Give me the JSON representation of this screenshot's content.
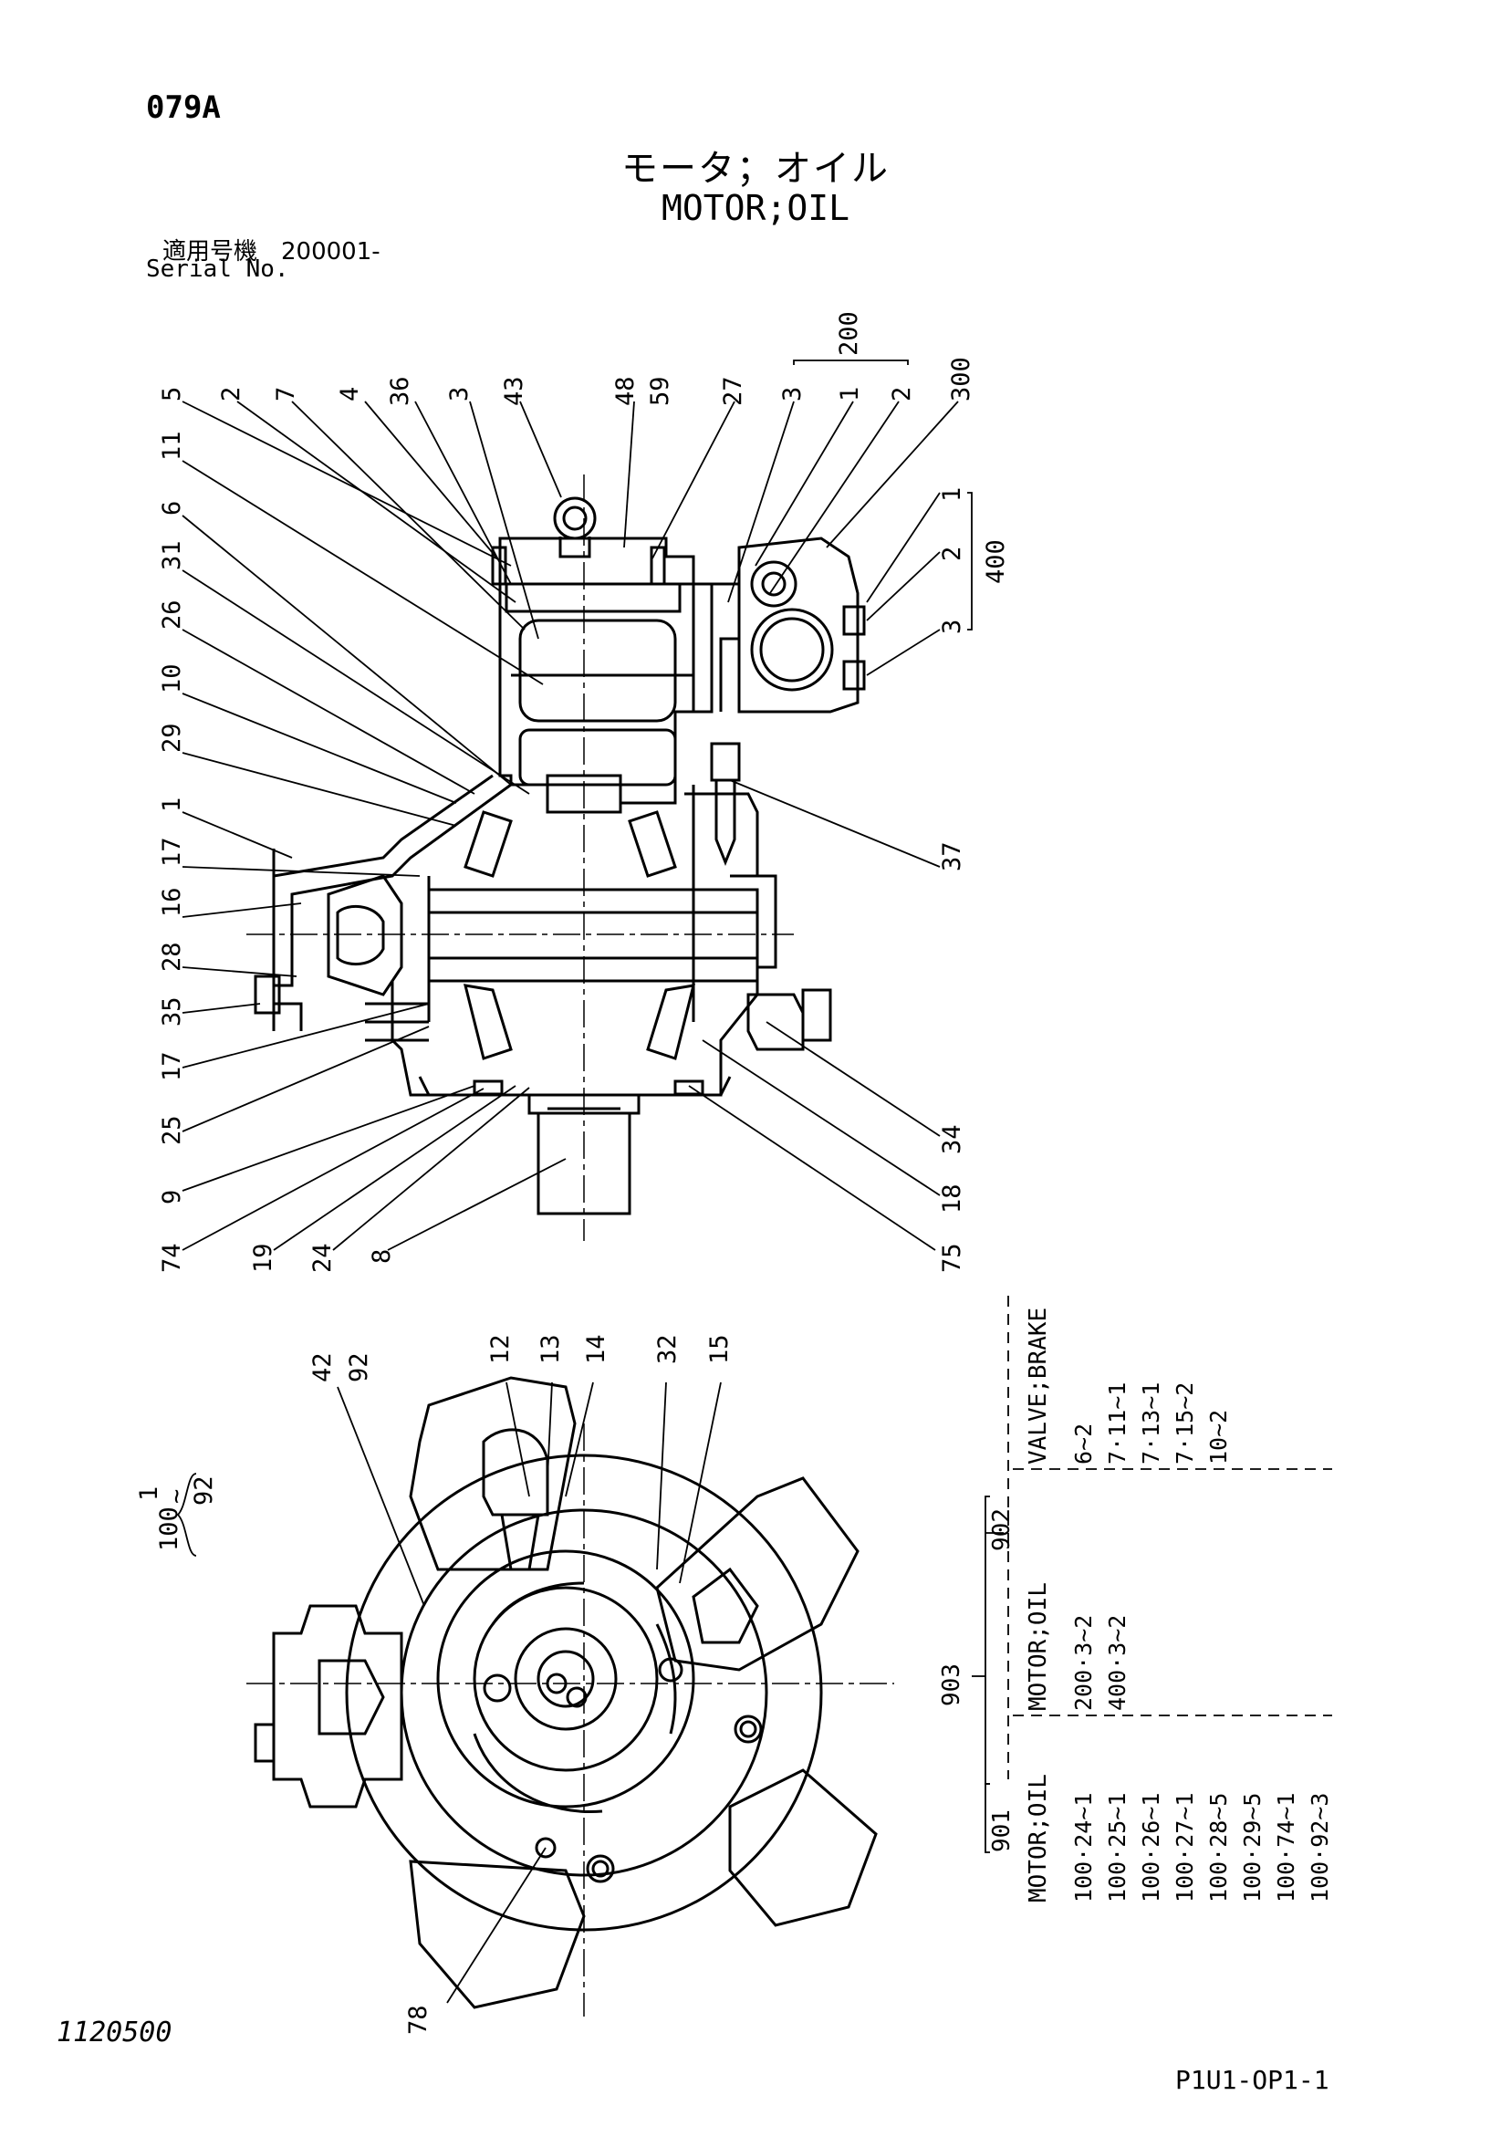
{
  "header": {
    "page_code": "079A",
    "title_jp": "モータ；オイル",
    "title_en": "MOTOR;OIL",
    "serial_jp": "適用号機　200001-",
    "serial_en": "Serial No."
  },
  "callouts_top": [
    "5",
    "2",
    "7",
    "4",
    "36",
    "3",
    "43",
    "48",
    "59",
    "27",
    "3",
    "1",
    "2",
    "300",
    "200",
    "11",
    "6",
    "31",
    "26",
    "10",
    "29",
    "1",
    "17",
    "16",
    "28",
    "35",
    "17",
    "25",
    "9",
    "74",
    "19",
    "24",
    "8",
    "75",
    "18",
    "34",
    "37",
    "1",
    "2",
    "3",
    "400"
  ],
  "callouts_bottom": [
    "42",
    "92",
    "12",
    "13",
    "14",
    "32",
    "15",
    "78"
  ],
  "group_100": {
    "label": "100",
    "from": "1",
    "tilde": "~",
    "to": "92"
  },
  "table": {
    "group_902": "902",
    "group_903": "903",
    "group_901": "901",
    "valve_brake": {
      "heading": "VALVE;BRAKE",
      "items": [
        "6~2",
        "7·11~1",
        "7·13~1",
        "7·15~2",
        "10~2"
      ]
    },
    "motor_oil_902": {
      "heading": "MOTOR;OIL",
      "items": [
        "200·3~2",
        "400·3~2"
      ]
    },
    "motor_oil_901": {
      "heading": "MOTOR;OIL",
      "items": [
        "100·24~1",
        "100·25~1",
        "100·26~1",
        "100·27~1",
        "100·28~5",
        "100·29~5",
        "100·74~1",
        "100·92~3"
      ]
    }
  },
  "footer": {
    "doc_number": "1120500",
    "page_ref": "P1U1-OP1-1"
  }
}
